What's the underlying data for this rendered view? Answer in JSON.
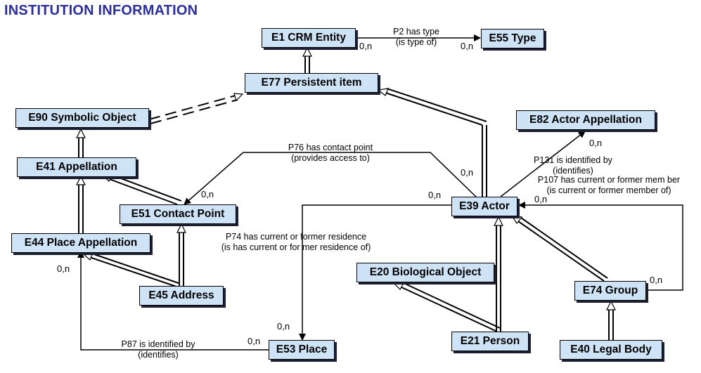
{
  "title": "INSTITUTION INFORMATION",
  "colors": {
    "title": "#2a2f9c",
    "node_fill": "#cfe3f6",
    "node_shadow": "#1d2033",
    "line": "#000000"
  },
  "nodes": {
    "e1": "E1 CRM Entity",
    "e55": "E55 Type",
    "e77": "E77 Persistent item",
    "e90": "E90 Symbolic Object",
    "e82": "E82 Actor Appellation",
    "e41": "E41 Appellation",
    "e51": "E51 Contact Point",
    "e39": "E39 Actor",
    "e44": "E44 Place Appellation",
    "e20": "E20 Biological Object",
    "e45": "E45 Address",
    "e74": "E74 Group",
    "e53": "E53 Place",
    "e21": "E21 Person",
    "e40": "E40 Legal Body"
  },
  "relations": {
    "p2": {
      "line1": "P2 has type",
      "line2": "(is type of)"
    },
    "p76": {
      "line1": "P76 has contact point",
      "line2": "(provides access to)"
    },
    "p131": {
      "line1": "P131 is   identified by",
      "line2": "(identifies)"
    },
    "p107": {
      "line1": "P107 has current or former mem ber",
      "line2": "(is current or former member of)"
    },
    "p74": {
      "line1": "P74 has current  or former residence",
      "line2": "(is has current or for mer residence of)"
    },
    "p87": {
      "line1": "P87 is identified by",
      "line2": "(identifies)"
    }
  },
  "cardinalities": {
    "c1": "0,n",
    "c2": "0,n",
    "c3": "0,n",
    "c4": "0,n",
    "c5": "0,n",
    "c6": "0,n",
    "c7": "0,n",
    "c8": "0,n",
    "c9": "0,n",
    "c10": "0,n",
    "c11": "0,n"
  }
}
